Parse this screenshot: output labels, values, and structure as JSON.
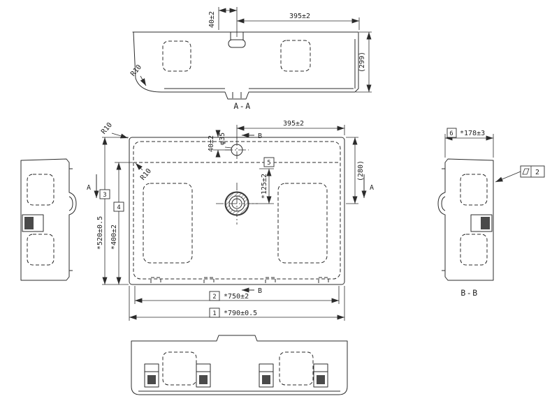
{
  "colors": {
    "line": "#2b2b2b",
    "background": "#ffffff",
    "dark_fill": "#4a4a4a"
  },
  "views": {
    "section_aa": {
      "label": "A-A",
      "dim_40": "40±2",
      "dim_395": "395±2",
      "dim_299": "(299)",
      "r10": "R10"
    },
    "plan": {
      "dim_40": "40±2",
      "dim_phi35": "φ35",
      "dim_395": "395±2",
      "dim_280": "(280)",
      "dim_125": "*125±2",
      "flag_125": "5",
      "dim_520": "*520±0.5",
      "flag_520": "3",
      "dim_400": "*400±2",
      "flag_400": "4",
      "dim_750": "*750±2",
      "flag_750": "2",
      "dim_790": "*790±0.5",
      "flag_790": "1",
      "r10": "R10",
      "arrow_a": "A",
      "arrow_b": "B"
    },
    "section_bb": {
      "label": "B-B",
      "dim_178": "*178±3",
      "flag_178": "6",
      "flatness_value": "2"
    }
  }
}
